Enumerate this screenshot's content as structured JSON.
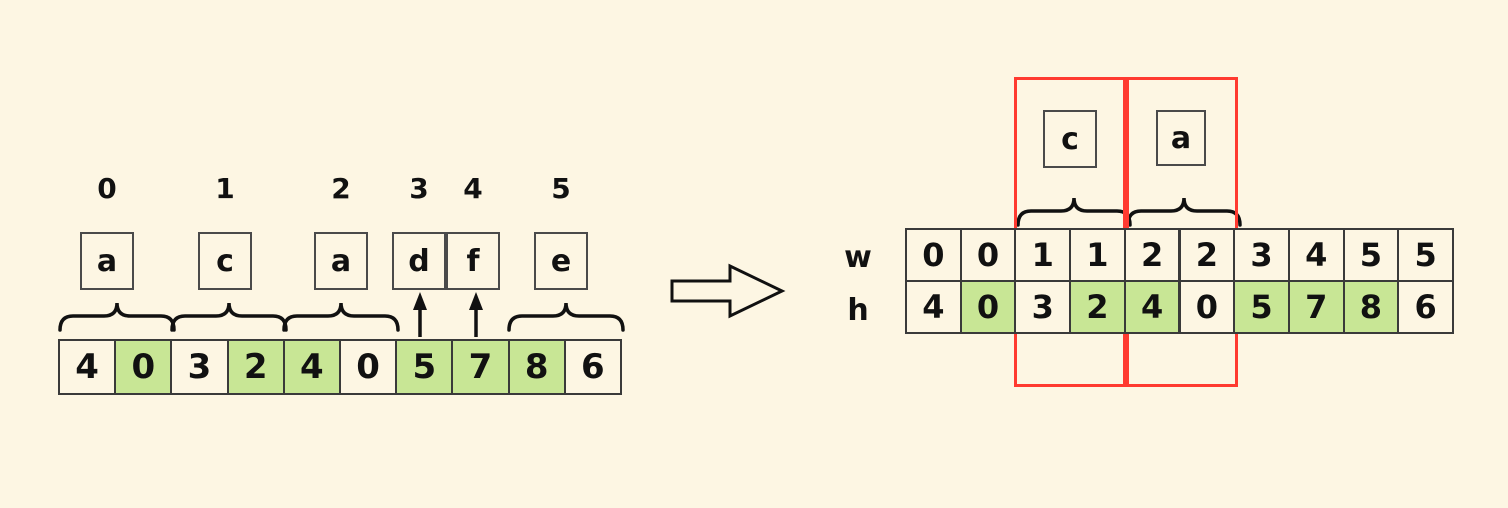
{
  "figure": {
    "background_color": "#fdf6e3",
    "highlight_color": "#c8e695",
    "box_stroke_color": "#3a3a3a",
    "red_frame_color": "#ff3a30"
  },
  "left_panel": {
    "index_labels": [
      "0",
      "1",
      "2",
      "3",
      "4",
      "5"
    ],
    "letters": [
      "a",
      "c",
      "a",
      "d",
      "f",
      "e"
    ],
    "array": {
      "values": [
        "4",
        "0",
        "3",
        "2",
        "4",
        "0",
        "5",
        "7",
        "8",
        "6"
      ],
      "highlighted": [
        false,
        true,
        false,
        true,
        true,
        false,
        true,
        true,
        true,
        false
      ]
    },
    "brace_groups": [
      {
        "letter": "a",
        "span": [
          0,
          1
        ]
      },
      {
        "letter": "c",
        "span": [
          2,
          3
        ]
      },
      {
        "letter": "a",
        "span": [
          4,
          5
        ]
      },
      {
        "letter": "e",
        "span": [
          8,
          9
        ]
      }
    ],
    "arrow_pointers": [
      {
        "letter": "d",
        "cell": 6
      },
      {
        "letter": "f",
        "cell": 7
      }
    ]
  },
  "transform_arrow": {
    "icon": "hollow-right-arrow",
    "direction": "right"
  },
  "right_panel": {
    "row_labels": [
      "w",
      "h"
    ],
    "table": {
      "columns": 10,
      "rows": [
        {
          "label": "w",
          "values": [
            "0",
            "0",
            "1",
            "1",
            "2",
            "2",
            "3",
            "4",
            "5",
            "5"
          ],
          "highlighted": [
            false,
            false,
            false,
            false,
            false,
            false,
            false,
            false,
            false,
            false
          ]
        },
        {
          "label": "h",
          "values": [
            "4",
            "0",
            "3",
            "2",
            "4",
            "0",
            "5",
            "7",
            "8",
            "6"
          ],
          "highlighted": [
            false,
            true,
            false,
            true,
            true,
            false,
            true,
            true,
            true,
            false
          ]
        }
      ]
    },
    "selections": [
      {
        "letter": "c",
        "columns": [
          2,
          3
        ]
      },
      {
        "letter": "a",
        "columns": [
          4,
          5
        ]
      }
    ]
  }
}
